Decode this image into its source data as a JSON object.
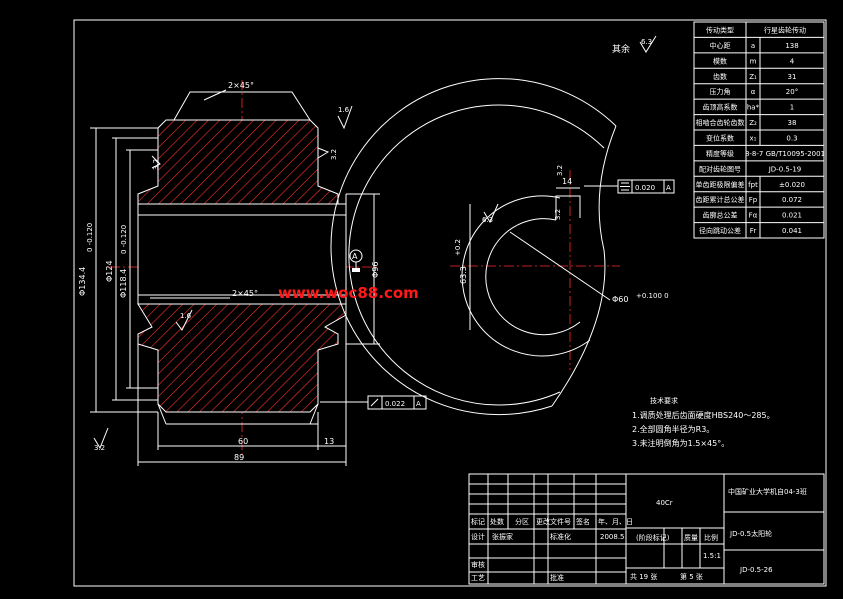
{
  "drawing": {
    "roughness_other": "其余",
    "roughness_other_value": "6.3",
    "front_view": {
      "chamfer_top": "2×45°",
      "chamfer_mid": "2×45°",
      "rough_top_right": "1.6",
      "rough_left": "3.2",
      "rough_right": "3.2",
      "rough_bore": "1.6",
      "rough_bottom": "3.2",
      "dim_od": "Φ134.4",
      "dim_od_tol": "0 -0.120",
      "dim_root": "Φ124",
      "dim_bore": "Φ118.4",
      "dim_bore_tol": "0 -0.120",
      "dim_hub": "Φ96",
      "dim_width_60": "60",
      "dim_width_13": "13",
      "dim_width_89": "89",
      "datum": "A",
      "tol_perp_value": "0.022",
      "tol_perp_datum": "A"
    },
    "side_view": {
      "dim_keyway": "14",
      "dim_depth": "63.3",
      "dim_depth_tol": "+0.2",
      "dim_bore": "Φ60",
      "dim_bore_tol": "+0.100 0",
      "rough_a": "6.3",
      "rough_b": "3.2",
      "rough_c": "3.2",
      "tol_sym_value": "0.020",
      "tol_sym_datum": "A"
    }
  },
  "param_table": {
    "rows": [
      {
        "name": "传动类型",
        "symbol": "",
        "value": "行星齿轮传动"
      },
      {
        "name": "中心距",
        "symbol": "a",
        "value": "138"
      },
      {
        "name": "模数",
        "symbol": "m",
        "value": "4"
      },
      {
        "name": "齿数",
        "symbol": "Z₁",
        "value": "31"
      },
      {
        "name": "压力角",
        "symbol": "α",
        "value": "20°"
      },
      {
        "name": "齿顶高系数",
        "symbol": "ha*",
        "value": "1"
      },
      {
        "name": "相啮合齿轮齿数",
        "symbol": "Z₂",
        "value": "38"
      },
      {
        "name": "变位系数",
        "symbol": "x₁",
        "value": "0.3"
      },
      {
        "name": "精度等级",
        "symbol": "",
        "value": "8-8-7 GB/T10095-2001"
      },
      {
        "name": "配对齿轮图号",
        "symbol": "",
        "value": "JD-0.5-19"
      },
      {
        "name": "单齿距极限偏差",
        "symbol": "fpt",
        "value": "±0.020"
      },
      {
        "name": "齿距累计总公差",
        "symbol": "Fp",
        "value": "0.072"
      },
      {
        "name": "齿廓总公差",
        "symbol": "Fα",
        "value": "0.021"
      },
      {
        "name": "径向跳动公差",
        "symbol": "Fr",
        "value": "0.041"
      }
    ]
  },
  "tech_requirements": {
    "title": "技术要求",
    "items": [
      "1.调质处理后齿面硬度HBS240～285。",
      "2.全部圆角半径为R3。",
      "3.未注明倒角为1.5×45°。"
    ]
  },
  "watermark": "www.woc88.com",
  "title_block": {
    "material": "40Cr",
    "school": "中国矿业大学机自04-3班",
    "part_name": "JD-0.5太阳轮",
    "drawing_no": "JD-0.5-26",
    "row_labels": [
      "标记",
      "处数",
      "分区",
      "更改文件号",
      "签名",
      "年、月、日"
    ],
    "design": "设计",
    "designer": "张振家",
    "standardize": "标准化",
    "date": "2008.5",
    "stage_mark": "(阶段标记)",
    "weight": "质量",
    "scale": "比例",
    "scale_value": "1.5:1",
    "review": "审核",
    "process": "工艺",
    "approve": "批准",
    "sheets": "共 19 张",
    "sheet_no": "第 5 张"
  }
}
